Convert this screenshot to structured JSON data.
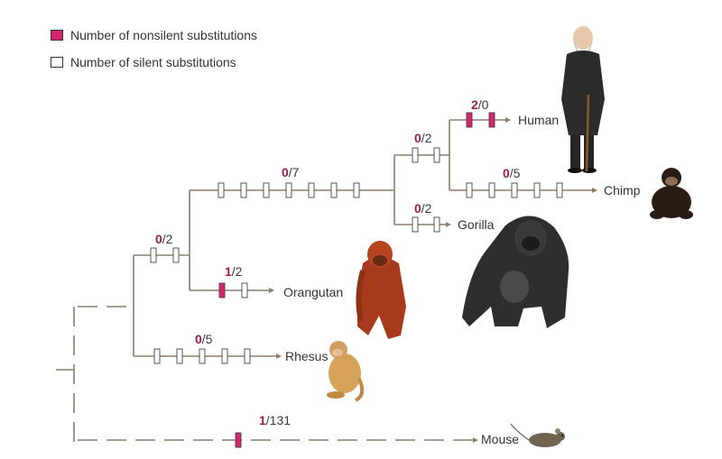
{
  "legend": {
    "nonsilent_label": "Number of nonsilent substitutions",
    "silent_label": "Number of silent substitutions"
  },
  "colors": {
    "nonsilent": "#d6246e",
    "silent": "#ffffff",
    "branch": "#8b7d6b",
    "count_nonsilent": "#9b1b4e"
  },
  "species": {
    "human": "Human",
    "chimp": "Chimp",
    "gorilla": "Gorilla",
    "orangutan": "Orangutan",
    "rhesus": "Rhesus",
    "mouse": "Mouse"
  },
  "branches": {
    "human": {
      "nonsilent": "2",
      "silent": "/0"
    },
    "chimp": {
      "nonsilent": "0",
      "silent": "/5"
    },
    "human_chimp": {
      "nonsilent": "0",
      "silent": "/2"
    },
    "gorilla": {
      "nonsilent": "0",
      "silent": "/2"
    },
    "african_apes": {
      "nonsilent": "0",
      "silent": "/7"
    },
    "orangutan": {
      "nonsilent": "1",
      "silent": "/2"
    },
    "great_apes": {
      "nonsilent": "0",
      "silent": "/2"
    },
    "rhesus": {
      "nonsilent": "0",
      "silent": "/5"
    },
    "mouse": {
      "nonsilent": "1",
      "silent": "/131"
    }
  }
}
